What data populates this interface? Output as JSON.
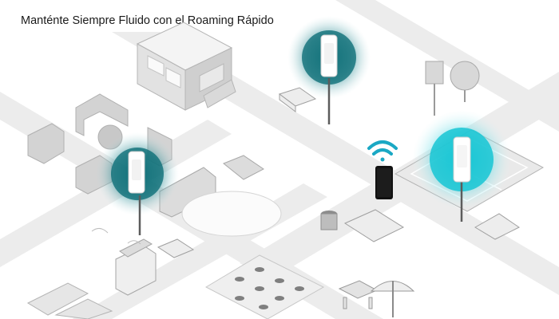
{
  "header": {
    "title": "Manténte Siempre Fluido con el Roaming Rápido"
  },
  "scene": {
    "access_points": [
      {
        "id": "ap-left",
        "state": "outdoor-access-point",
        "glow_color": "#0f6f78"
      },
      {
        "id": "ap-top",
        "state": "outdoor-access-point",
        "glow_color": "#0f6f78"
      },
      {
        "id": "ap-right",
        "state": "outdoor-access-point-active",
        "glow_color": "#1ec3d3"
      }
    ],
    "client": {
      "device": "smartphone",
      "signal_icon": "wifi-signal-icon",
      "signal_color": "#1aa8c4"
    },
    "colors": {
      "ground": "#f2f2f2",
      "road": "#e6e6e6",
      "objects": "#cfcfcf",
      "outline": "#9a9a9a"
    }
  }
}
